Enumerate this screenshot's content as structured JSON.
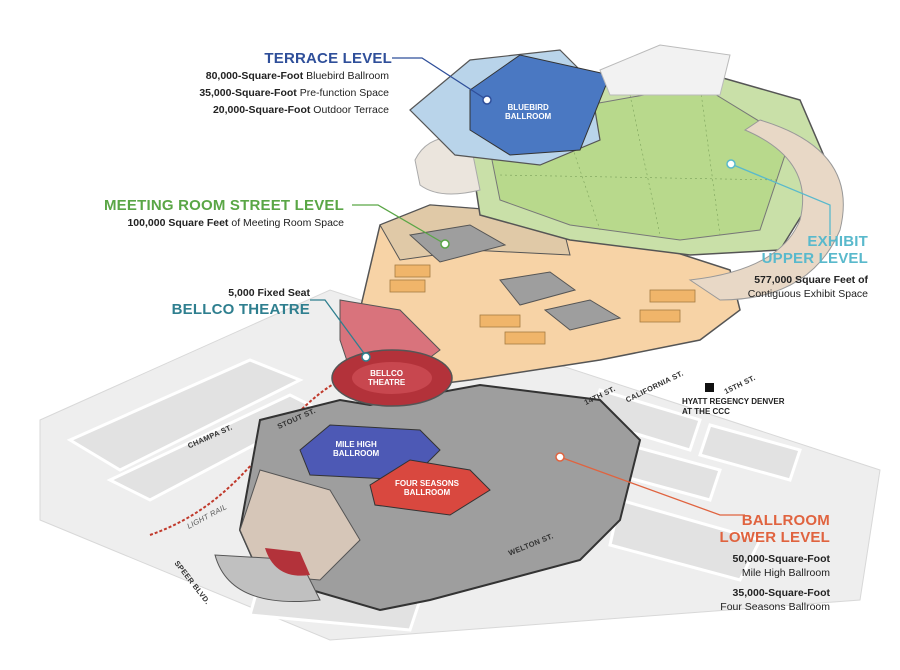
{
  "colors": {
    "terrace": "#2f4f9a",
    "meeting": "#5aa646",
    "bellco": "#2f7f8f",
    "exhibit": "#59b9cc",
    "ballroom_lower": "#e0633f"
  },
  "terrace": {
    "title": "TERRACE LEVEL",
    "lines": [
      {
        "bold": "80,000-Square-Foot",
        "rest": " Bluebird Ballroom"
      },
      {
        "bold": "35,000-Square-Foot",
        "rest": " Pre-function Space"
      },
      {
        "bold": "20,000-Square-Foot",
        "rest": " Outdoor Terrace"
      }
    ]
  },
  "meeting": {
    "title": "MEETING ROOM STREET LEVEL",
    "line_bold": "100,000 Square Feet",
    "line_rest": " of Meeting Room Space"
  },
  "bellco": {
    "pre": "5,000 Fixed Seat",
    "title": "BELLCO THEATRE"
  },
  "exhibit": {
    "title_1": "EXHIBIT",
    "title_2": "UPPER LEVEL",
    "line_1": "577,000 Square Feet of",
    "line_2": "Contiguous Exhibit Space"
  },
  "ballroom": {
    "title_1": "BALLROOM",
    "title_2": "LOWER LEVEL",
    "sub_1_bold": "50,000-Square-Foot",
    "sub_1_rest": "Mile High Ballroom",
    "sub_2_bold": "35,000-Square-Foot",
    "sub_2_rest": "Four Seasons Ballroom"
  },
  "map_labels": {
    "bluebird_1": "BLUEBIRD",
    "bluebird_2": "BALLROOM",
    "bellco_1": "BELLCO",
    "bellco_2": "THEATRE",
    "milehigh_1": "MILE HIGH",
    "milehigh_2": "BALLROOM",
    "fourseasons_1": "FOUR SEASONS",
    "fourseasons_2": "BALLROOM"
  },
  "streets": {
    "champa": "CHAMPA ST.",
    "stout": "STOUT ST.",
    "light_rail": "LIGHT RAIL",
    "speer": "SPEER BLVD.",
    "welton": "WELTON ST.",
    "fourteenth": "14TH ST.",
    "california": "CALIFORNIA ST.",
    "fifteenth": "15TH ST."
  },
  "hotel": {
    "line_1": "HYATT REGENCY DENVER",
    "line_2": "AT THE CCC"
  }
}
